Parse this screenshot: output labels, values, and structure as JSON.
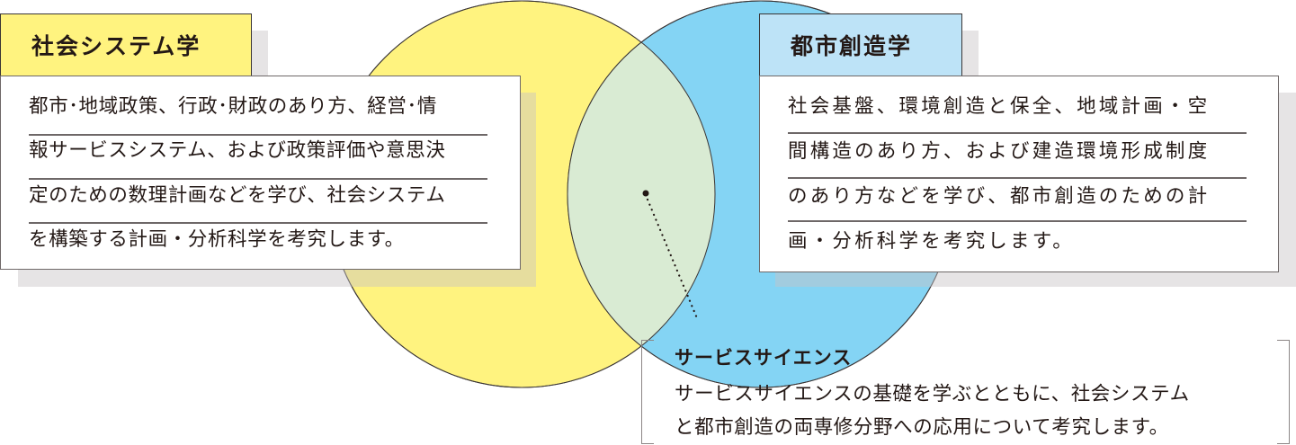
{
  "colors": {
    "social_fill": "#fff37f",
    "urban_fill": "#84d4f4",
    "overlap_fill": "#d9ebd3",
    "social_tab": "#fff37f",
    "urban_tab": "#bde3f7",
    "shadow": "#e6e4e5",
    "text": "#231815"
  },
  "social_systems": {
    "title": "社会システム学",
    "lines": [
      "都市･地域政策、行政･財政のあり方、経営･情",
      "報サービスシステム、および政策評価や意思決",
      "定のための数理計画などを学び、社会システム",
      "を構築する計画・分析科学を考究します。"
    ]
  },
  "urban_creation": {
    "title": "都市創造学",
    "lines": [
      "社会基盤、環境創造と保全、地域計画・空",
      "間構造のあり方、および建造環境形成制度",
      "のあり方などを学び、都市創造のための計",
      "画・分析科学を考究します。"
    ]
  },
  "service_science": {
    "title": "サービスサイエンス",
    "lines": [
      "サービスサイエンスの基礎を学ぶとともに、社会システム",
      "と都市創造の両専修分野への応用について考究します。"
    ]
  }
}
